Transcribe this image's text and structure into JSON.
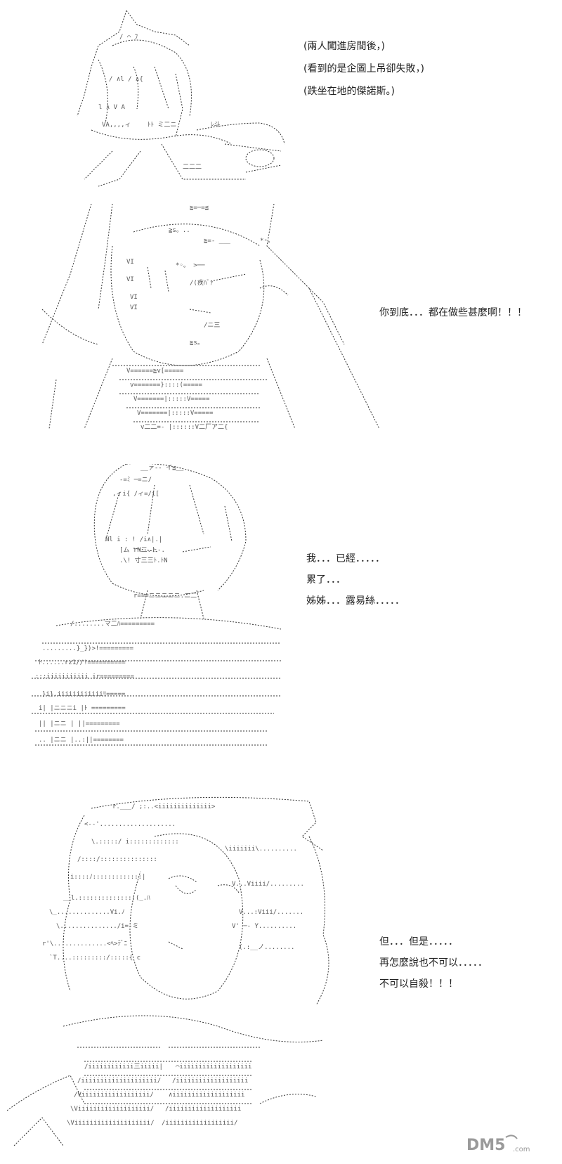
{
  "panels": [
    {
      "id": "panel-1",
      "lines": [
        "(兩人闖進房間後，)",
        "(看到的是企圖上吊卻失敗，)",
        "(跌坐在地的傑諾斯。)"
      ]
    },
    {
      "id": "panel-2",
      "lines": [
        "你到底．．．都在做些甚麼啊！！！"
      ]
    },
    {
      "id": "panel-3",
      "lines": [
        "我．．．已經．．．．．",
        "累了．．．",
        "姊姊．．．露易絲．．．．．"
      ]
    },
    {
      "id": "panel-4",
      "lines": [
        "但．．．但是．．．．．",
        "再怎麼說也不可以．．．．．",
        "不可以自殺！！！"
      ]
    }
  ],
  "watermark": {
    "logo_text": "DM5",
    "sub_text": ".com"
  },
  "colors": {
    "ink": "#222222",
    "background": "#ffffff",
    "watermark": "#9a9a9a"
  }
}
